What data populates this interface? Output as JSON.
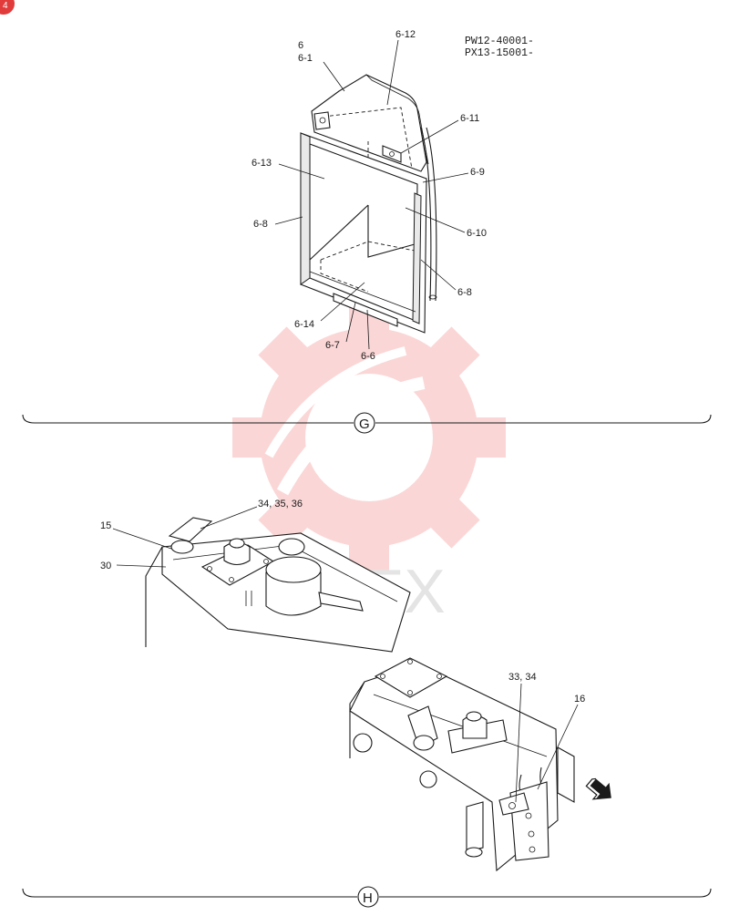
{
  "corner_badge": "4",
  "serial_range": [
    "PW12-40001-",
    "PX13-15001-"
  ],
  "section_g": {
    "marker": "G",
    "callouts": {
      "c6": "6",
      "c6_1": "6-1",
      "c6_12": "6-12",
      "c6_11": "6-11",
      "c6_13": "6-13",
      "c6_9": "6-9",
      "c6_8_left": "6-8",
      "c6_10": "6-10",
      "c6_8_right": "6-8",
      "c6_14": "6-14",
      "c6_7": "6-7",
      "c6_6": "6-6"
    }
  },
  "section_h": {
    "marker": "H",
    "callouts": {
      "c15": "15",
      "c30": "30",
      "c34_35_36": "34, 35, 36",
      "c33_34": "33, 34",
      "c16": "16"
    }
  },
  "watermark": {
    "text": "MTEX",
    "color": "#f04a4a"
  },
  "direction_arrow": "arrow-icon"
}
